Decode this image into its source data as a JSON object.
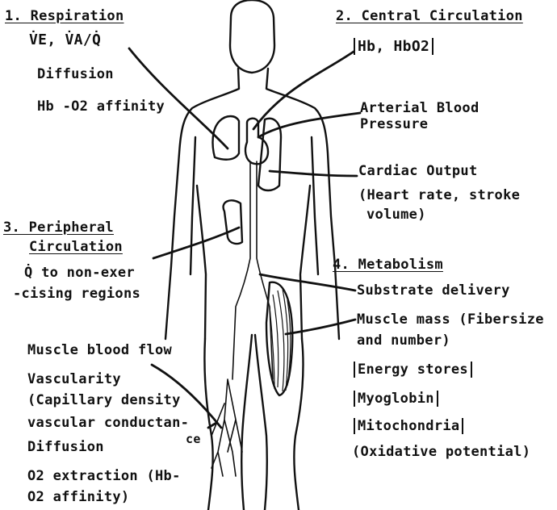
{
  "sections": {
    "respiration": {
      "title": "1. Respiration",
      "ve_va": "V̇E, V̇A/Q̇",
      "diffusion": "Diffusion",
      "affinity": "Hb -O2 affinity"
    },
    "central": {
      "title": "2. Central Circulation",
      "hb": "Hb, HbO2",
      "arterial_1": "Arterial Blood",
      "arterial_2": "Pressure",
      "cardiac_1": "Cardiac Output",
      "cardiac_2": "(Heart rate, stroke",
      "cardiac_3": "volume)"
    },
    "peripheral": {
      "title_1": "3. Peripheral",
      "title_2": "Circulation",
      "q_1": "Q̇ to non-exer",
      "q_2": "-cising regions",
      "muscle_flow": "Muscle blood flow",
      "vascularity": "Vascularity",
      "capillary": "(Capillary density",
      "conductance": "vascular conductan-",
      "conductance_ce": "ce",
      "diffusion": "Diffusion",
      "extraction_1": "O2 extraction (Hb-",
      "extraction_2": "O2 affinity)"
    },
    "metabolism": {
      "title": "4. Metabolism",
      "substrate": "Substrate delivery",
      "mass_1": "Muscle mass (Fibersize",
      "mass_2": "and number)",
      "energy": "Energy stores",
      "myoglobin": "Myoglobin",
      "mito": "Mitochondria",
      "oxidative": "(Oxidative potential)"
    }
  }
}
